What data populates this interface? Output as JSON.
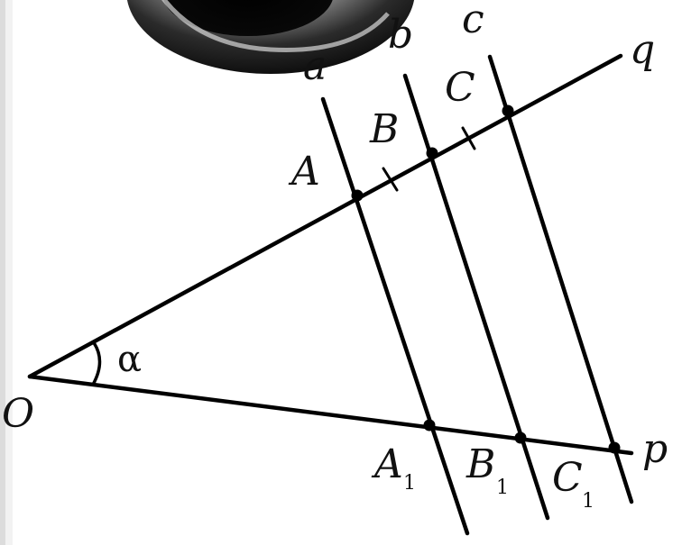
{
  "labels": {
    "O": "O",
    "alpha": "α",
    "A": "A",
    "B": "B",
    "C": "C",
    "A1_letter": "A",
    "B1_letter": "B",
    "C1_letter": "C",
    "subscript_1": "1",
    "a": "a",
    "b": "b",
    "c": "c",
    "p": "p",
    "q": "q"
  },
  "colors": {
    "stroke": "#000000",
    "background": "#ffffff",
    "decoration_dark": "#111111",
    "decoration_light": "#bdbdbd"
  },
  "icons": {
    "corner_decoration": "dark-circle-decoration"
  }
}
